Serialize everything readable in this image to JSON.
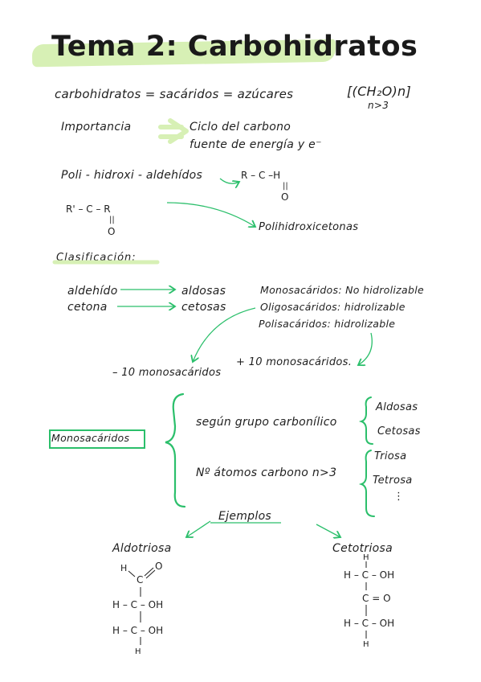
{
  "title": "Tema 2: Carbohidratos",
  "definition": {
    "text": "carbohidratos = sacáridos = azúcares",
    "formula": "[(CH₂O)n]",
    "condition": "n>3"
  },
  "importance": {
    "label": "Importancia",
    "items": [
      "Ciclo del carbono",
      "fuente de energía y e⁻"
    ]
  },
  "aldehydes": {
    "label": "Poli - hidroxi - aldehídos",
    "formula_top": "R  –  C  –H",
    "formula_dbl": "||",
    "formula_o": "O"
  },
  "ketones": {
    "formula_top": "R'  –  C  – R",
    "formula_dbl": "||",
    "formula_o": "O",
    "label": "Polihidroxicetonas"
  },
  "classification": {
    "heading": "Clasificación:",
    "rows": [
      {
        "left": "aldehído",
        "right": "aldosas"
      },
      {
        "left": "cetona",
        "right": "cetosas"
      }
    ],
    "types": [
      "Monosacáridos: No hidrolizable",
      "Oligosacáridos: hidrolizable",
      "Polisacáridos: hidrolizable"
    ],
    "less": "– 10 monosacáridos",
    "more": "+ 10 monosacáridos."
  },
  "monosaccharides": {
    "label": "Monosacáridos",
    "criteria": [
      {
        "text": "según grupo carbonílico",
        "options": [
          "Aldosas",
          "Cetosas"
        ]
      },
      {
        "text": "Nº átomos carbono n>3",
        "options": [
          "Triosa",
          "Tetrosa",
          "⋮"
        ]
      }
    ],
    "examples_label": "Ejemplos"
  },
  "examples": {
    "aldotriosa": {
      "name": "Aldotriosa",
      "lines": [
        "H",
        "C",
        "O",
        "H – C – OH",
        "H – C – OH",
        "H"
      ]
    },
    "cetotriosa": {
      "name": "Cetotriosa",
      "lines": [
        "H",
        "H – C – OH",
        "C = O",
        "H – C – OH",
        "H"
      ]
    }
  },
  "colors": {
    "accent_green": "#2bbf6b",
    "highlight": "#d7f0b5",
    "ink": "#1f1f1f"
  }
}
